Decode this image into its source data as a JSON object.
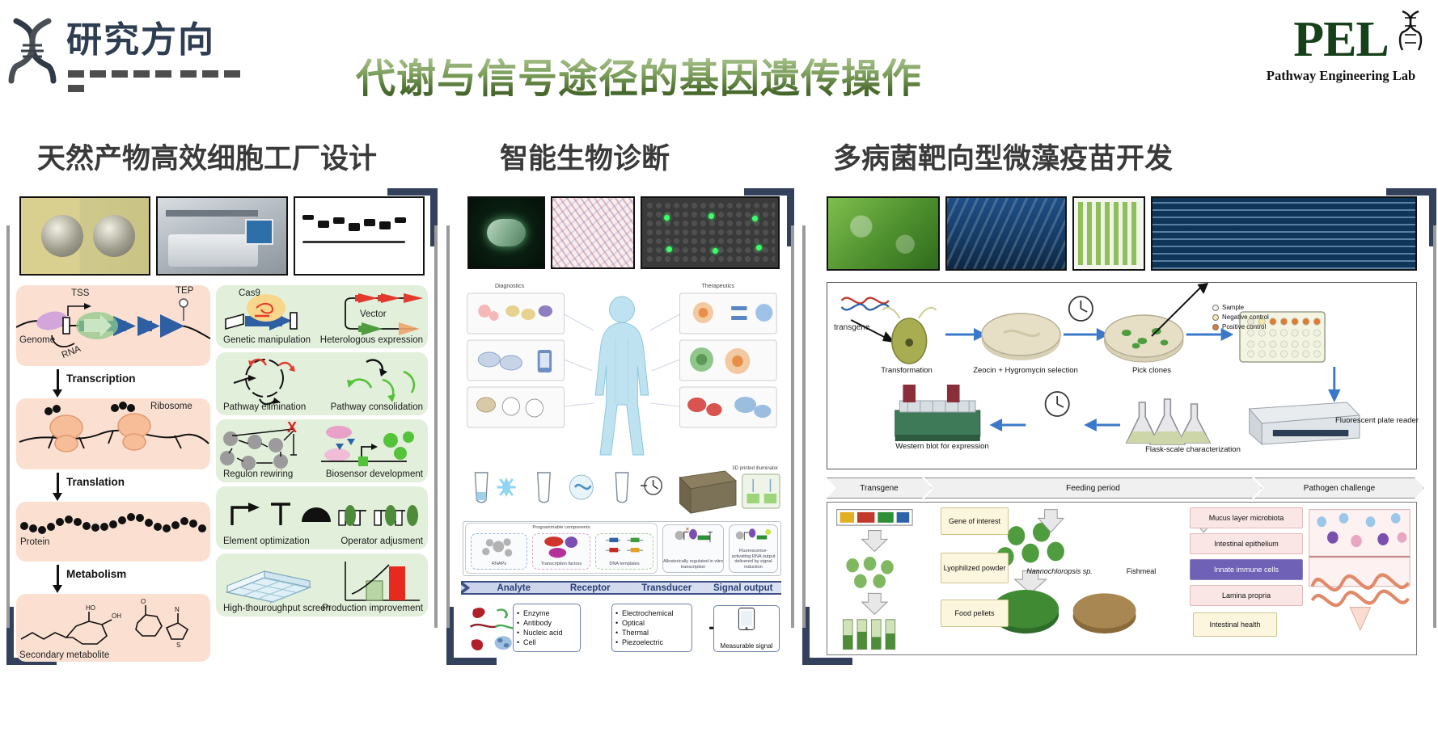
{
  "header": {
    "eyebrow": "研究方向",
    "eyebrow_icon": "dna-helix-icon",
    "title": "代谢与信号途径的基因遗传操作",
    "logo_mark": "PEL",
    "logo_sub": "Pathway Engineering Lab",
    "title_gradient_from": "#a6c08a",
    "title_gradient_to": "#3d5c24"
  },
  "sections": [
    {
      "id": "s1",
      "heading": "天然产物高效细胞工厂设计"
    },
    {
      "id": "s2",
      "heading": "智能生物诊断"
    },
    {
      "id": "s3",
      "heading": "多病菌靶向型微藻疫苗开发"
    }
  ],
  "panel1": {
    "photos": [
      {
        "name": "bacterial-colony-photo",
        "caption": ""
      },
      {
        "name": "lab-instrument-photo",
        "caption": ""
      },
      {
        "name": "gel-electrophoresis-photo",
        "caption": ""
      }
    ],
    "central_dogma": {
      "stage1_labels": {
        "tss": "TSS",
        "tep": "TEP",
        "genome": "Genome",
        "rna": "RNA"
      },
      "step1": "Transcription",
      "stage2_labels": {
        "ribosome": "Ribosome"
      },
      "step2": "Translation",
      "stage3_labels": {
        "protein": "Protein"
      },
      "step3": "Metabolism",
      "stage4_labels": {
        "metabolite": "Secondary metabolite"
      }
    },
    "toolbox": [
      {
        "left": "Genetic manipulation",
        "left_extra": "Cas9",
        "right": "Heterologous expression",
        "right_extra": "Vector"
      },
      {
        "left": "Pathway elimination",
        "left_extra": "",
        "right": "Pathway consolidation",
        "right_extra": ""
      },
      {
        "left": "Regulon rewiring",
        "left_extra": "",
        "right": "Biosensor development",
        "right_extra": ""
      },
      {
        "left": "Element optimization",
        "left_extra": "",
        "right": "Operator adjusment",
        "right_extra": ""
      },
      {
        "left": "High-thouroughput screen",
        "left_extra": "",
        "right": "Production improvement",
        "right_extra": ""
      }
    ]
  },
  "panel2": {
    "photos": [
      {
        "name": "bacterium-sem-photo"
      },
      {
        "name": "tissue-section-photo"
      },
      {
        "name": "microarray-chip-photo"
      }
    ],
    "diag_labels": {
      "left": "Diagnostics",
      "right": "Therapeutics"
    },
    "programmable": {
      "title": "Programmable components",
      "items": [
        "RNAPs",
        "Transcription factors",
        "DNA templates"
      ]
    },
    "transducer_boxes": [
      "Allosterically regulated in vitro transcription",
      "Fluorescence-activating RNA output delivered by signal induction"
    ],
    "flowbar": [
      "Analyte",
      "Receptor",
      "Transducer",
      "Signal output"
    ],
    "analyte_list": [
      "Enzyme",
      "Antibody",
      "Nucleic acid",
      "Cell"
    ],
    "transducer_list": [
      "Electrochemical",
      "Optical",
      "Thermal",
      "Piezoelectric"
    ],
    "output_label": "Measurable signal",
    "illuminator_label": "3D printed illuminator"
  },
  "panel3": {
    "photos": [
      {
        "name": "microalgae-culture-photo"
      },
      {
        "name": "fish-tank-photo"
      },
      {
        "name": "96-well-plate-photo"
      },
      {
        "name": "blue-gel-photo"
      }
    ],
    "workflow": {
      "steps": [
        "Transformation",
        "Zeocin + Hygromycin selection",
        "Pick clones",
        "Fluorescent plate reader",
        "Flask-scale characterization",
        "Western blot for expression"
      ],
      "transgene_label": "transgene",
      "legend": [
        {
          "label": "Sample",
          "color": "#f2f2e6"
        },
        {
          "label": "Negative control",
          "color": "#f5e9a8"
        },
        {
          "label": "Positive control",
          "color": "#e07b32"
        }
      ]
    },
    "trial": {
      "phases": [
        "Transgene",
        "Feeding period",
        "Pathogen challenge"
      ],
      "tags_left": [
        "Gene of interest",
        "Lyophilized powder",
        "Food pellets"
      ],
      "tags_mid": [
        "Nannochloropsis sp.",
        "Fishmeal"
      ],
      "tags_right": [
        "Mucus layer microbiota",
        "Intestinal epithelium",
        "Innate immune cells",
        "Lamina propria"
      ],
      "tag_bottom": "Intestinal health"
    }
  }
}
